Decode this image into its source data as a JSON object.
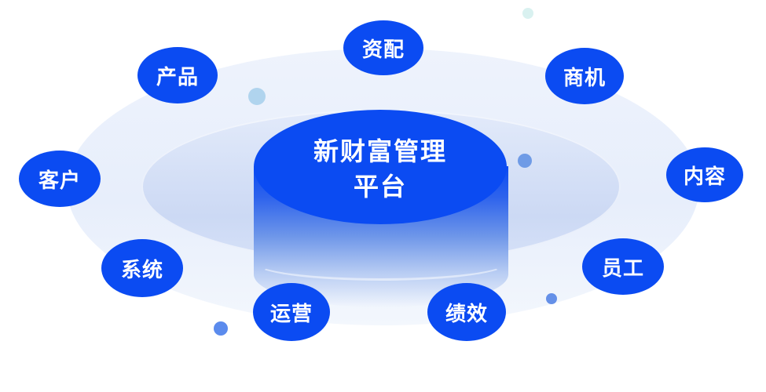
{
  "diagram": {
    "center": {
      "label": "新财富管理平台",
      "line1": "新财富管理",
      "line2": "平台"
    },
    "nodes": [
      {
        "label": "资配"
      },
      {
        "label": "产品"
      },
      {
        "label": "商机"
      },
      {
        "label": "客户"
      },
      {
        "label": "内容"
      },
      {
        "label": "系统"
      },
      {
        "label": "员工"
      },
      {
        "label": "运营"
      },
      {
        "label": "绩效"
      }
    ],
    "decorations": {
      "dot_count": 5
    },
    "colors": {
      "node_blue": "#0b4bf2",
      "inner_ellipse": "#ccd9f4",
      "outer_ellipse": "#e9effb",
      "accent_dot": "#6590e8",
      "pale_dot": "#d9f1f0",
      "text": "#ffffff"
    }
  }
}
